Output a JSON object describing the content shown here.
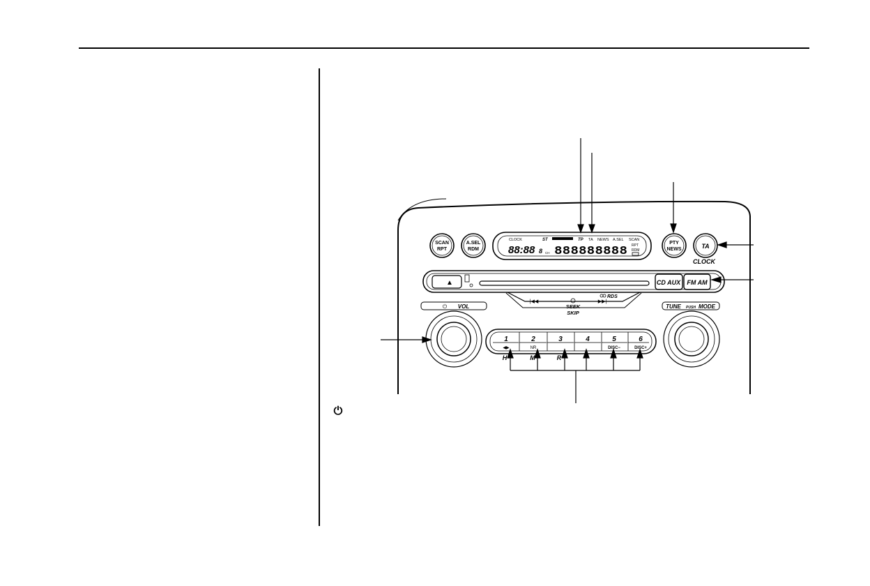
{
  "lcd": {
    "clock_label": "CLOCK",
    "st_label": "ST",
    "tp_label": "TP",
    "ta_label": "TA",
    "news_label": "NEWS",
    "asel_label": "A.SEL",
    "scan_label": "SCAN",
    "rpt_label": "RPT",
    "rdm_label": "RDM",
    "time_digits": "88:88",
    "small_digit": "8",
    "ch_label": "CH",
    "segment_text": "888888888"
  },
  "buttons": {
    "scan_rpt": [
      "SCAN",
      "RPT"
    ],
    "asel_rdm": [
      "A.SEL",
      "RDM"
    ],
    "pty_news": [
      "PTY",
      "NEWS"
    ],
    "ta": "TA",
    "clock": "CLOCK",
    "eject_symbol": "▲",
    "cd_aux": "CD AUX",
    "fm_am": "FM AM",
    "rds": "RDS",
    "seek_prev": "|◀◀",
    "seek_next": "▶▶|",
    "seek": "SEEK",
    "skip": "SKIP",
    "vol_power": "⏻",
    "vol": "VOL",
    "tune": "TUNE",
    "push": "PUSH",
    "mode": "MODE"
  },
  "presets": [
    {
      "num": "1",
      "sub": "◀▶",
      "below": "H"
    },
    {
      "num": "2",
      "sub": "NR",
      "below": "M"
    },
    {
      "num": "3",
      "sub": "",
      "below": "R"
    },
    {
      "num": "4",
      "sub": "",
      "below": ""
    },
    {
      "num": "5",
      "sub": "DISC−",
      "below": ""
    },
    {
      "num": "6",
      "sub": "DISC+",
      "below": ""
    }
  ],
  "power_symbol": "⏻",
  "colors": {
    "ink": "#000000",
    "paper": "#ffffff"
  }
}
